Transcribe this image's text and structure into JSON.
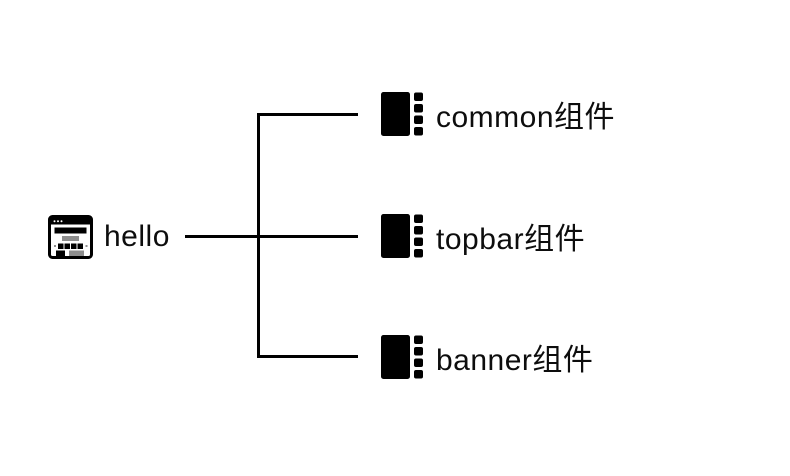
{
  "diagram": {
    "type": "mindmap-tree",
    "background": "#ffffff",
    "line_color": "#000000",
    "text_color": "#0d0d0d",
    "icon_colors": {
      "primary": "#000000",
      "secondary": "#8e8e8e"
    },
    "root": {
      "label": "hello",
      "icon": "webpage-icon"
    },
    "children": [
      {
        "label": "common组件",
        "icon": "module-icon"
      },
      {
        "label": "topbar组件",
        "icon": "module-icon"
      },
      {
        "label": "banner组件",
        "icon": "module-icon"
      }
    ]
  }
}
